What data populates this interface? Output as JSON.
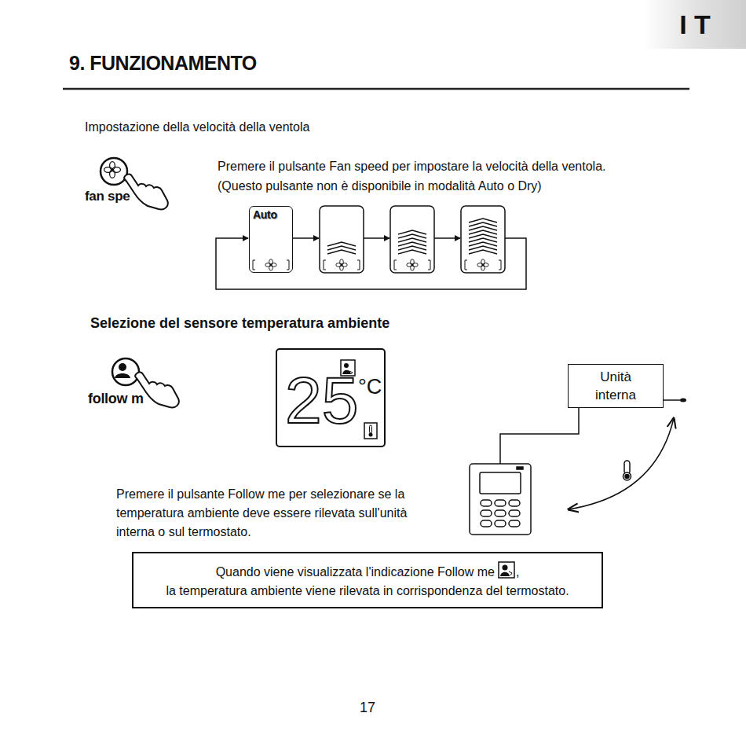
{
  "diagram": {
    "title": "9. FUNZIONAMENTO",
    "nodes": [
      {
        "text": [
          "I T"
        ]
      },
      {
        "text": [
          "Auto"
        ]
      },
      {
        "text": [
          "25",
          "°C"
        ]
      },
      {
        "text": [
          "Unità interna"
        ]
      },
      {
        "text": [
          "Quando viene visualizzata l'indicazione Follow me",
          ",",
          "la temperatura ambiente viene rilevata in corrispondenza del termostato."
        ]
      }
    ],
    "labels": [
      "Impostazione della velocità della ventola",
      "fan spe",
      "Premere il pulsante Fan speed per impostare la velocità della ventola.",
      "(Questo pulsante non è disponibile in modalità Auto o Dry)",
      "Selezione del sensore temperatura ambiente",
      "follow m",
      "Premere il pulsante Follow me per selezionare se la temperatura ambiente deve essere rilevata sull'unità interna o sul termostato.",
      "17"
    ]
  }
}
